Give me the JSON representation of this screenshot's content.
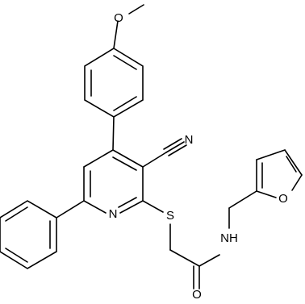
{
  "molecule": {
    "atoms": {
      "O_methoxy": "O",
      "N_nitrile": "N",
      "N_pyridine": "N",
      "S_thioether": "S",
      "O_furan": "O",
      "NH_amide": "NH",
      "O_carbonyl": "O"
    }
  },
  "style": {
    "bond_color": "#000000",
    "background": "#ffffff"
  }
}
